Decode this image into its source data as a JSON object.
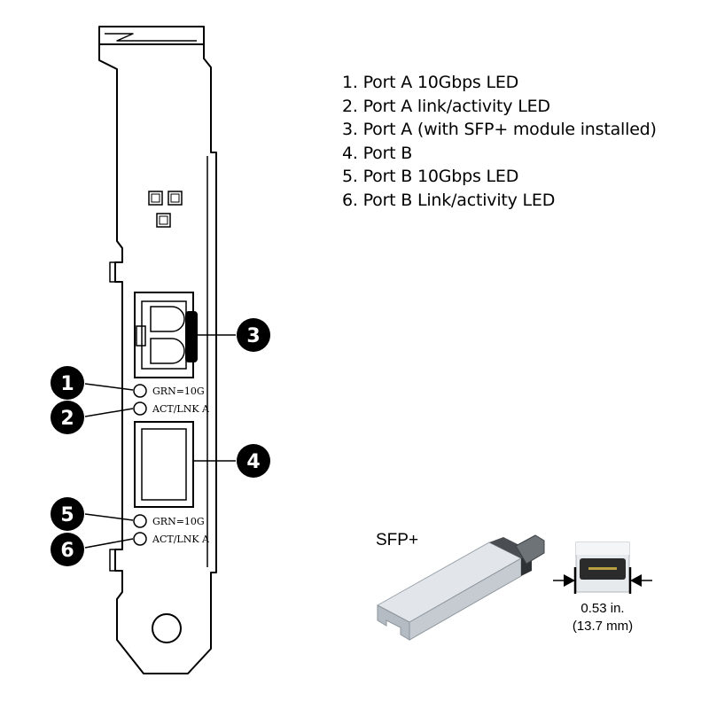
{
  "legend": {
    "items": [
      "1. Port A 10Gbps LED",
      "2. Port A link/activity LED",
      "3. Port A (with SFP+ module installed)",
      "4. Port B",
      "5. Port B 10Gbps LED",
      "6. Port B Link/activity LED"
    ]
  },
  "bracket": {
    "led_labels": {
      "port_a_10g": "GRN=10G",
      "port_a_act": "ACT/LNK A",
      "port_b_10g": "GRN=10G",
      "port_b_act": "ACT/LNK A"
    }
  },
  "callouts": [
    "1",
    "2",
    "3",
    "4",
    "5",
    "6"
  ],
  "sfp": {
    "label": "SFP+",
    "dimension_in": "0.53 in.",
    "dimension_mm": "(13.7 mm)"
  }
}
